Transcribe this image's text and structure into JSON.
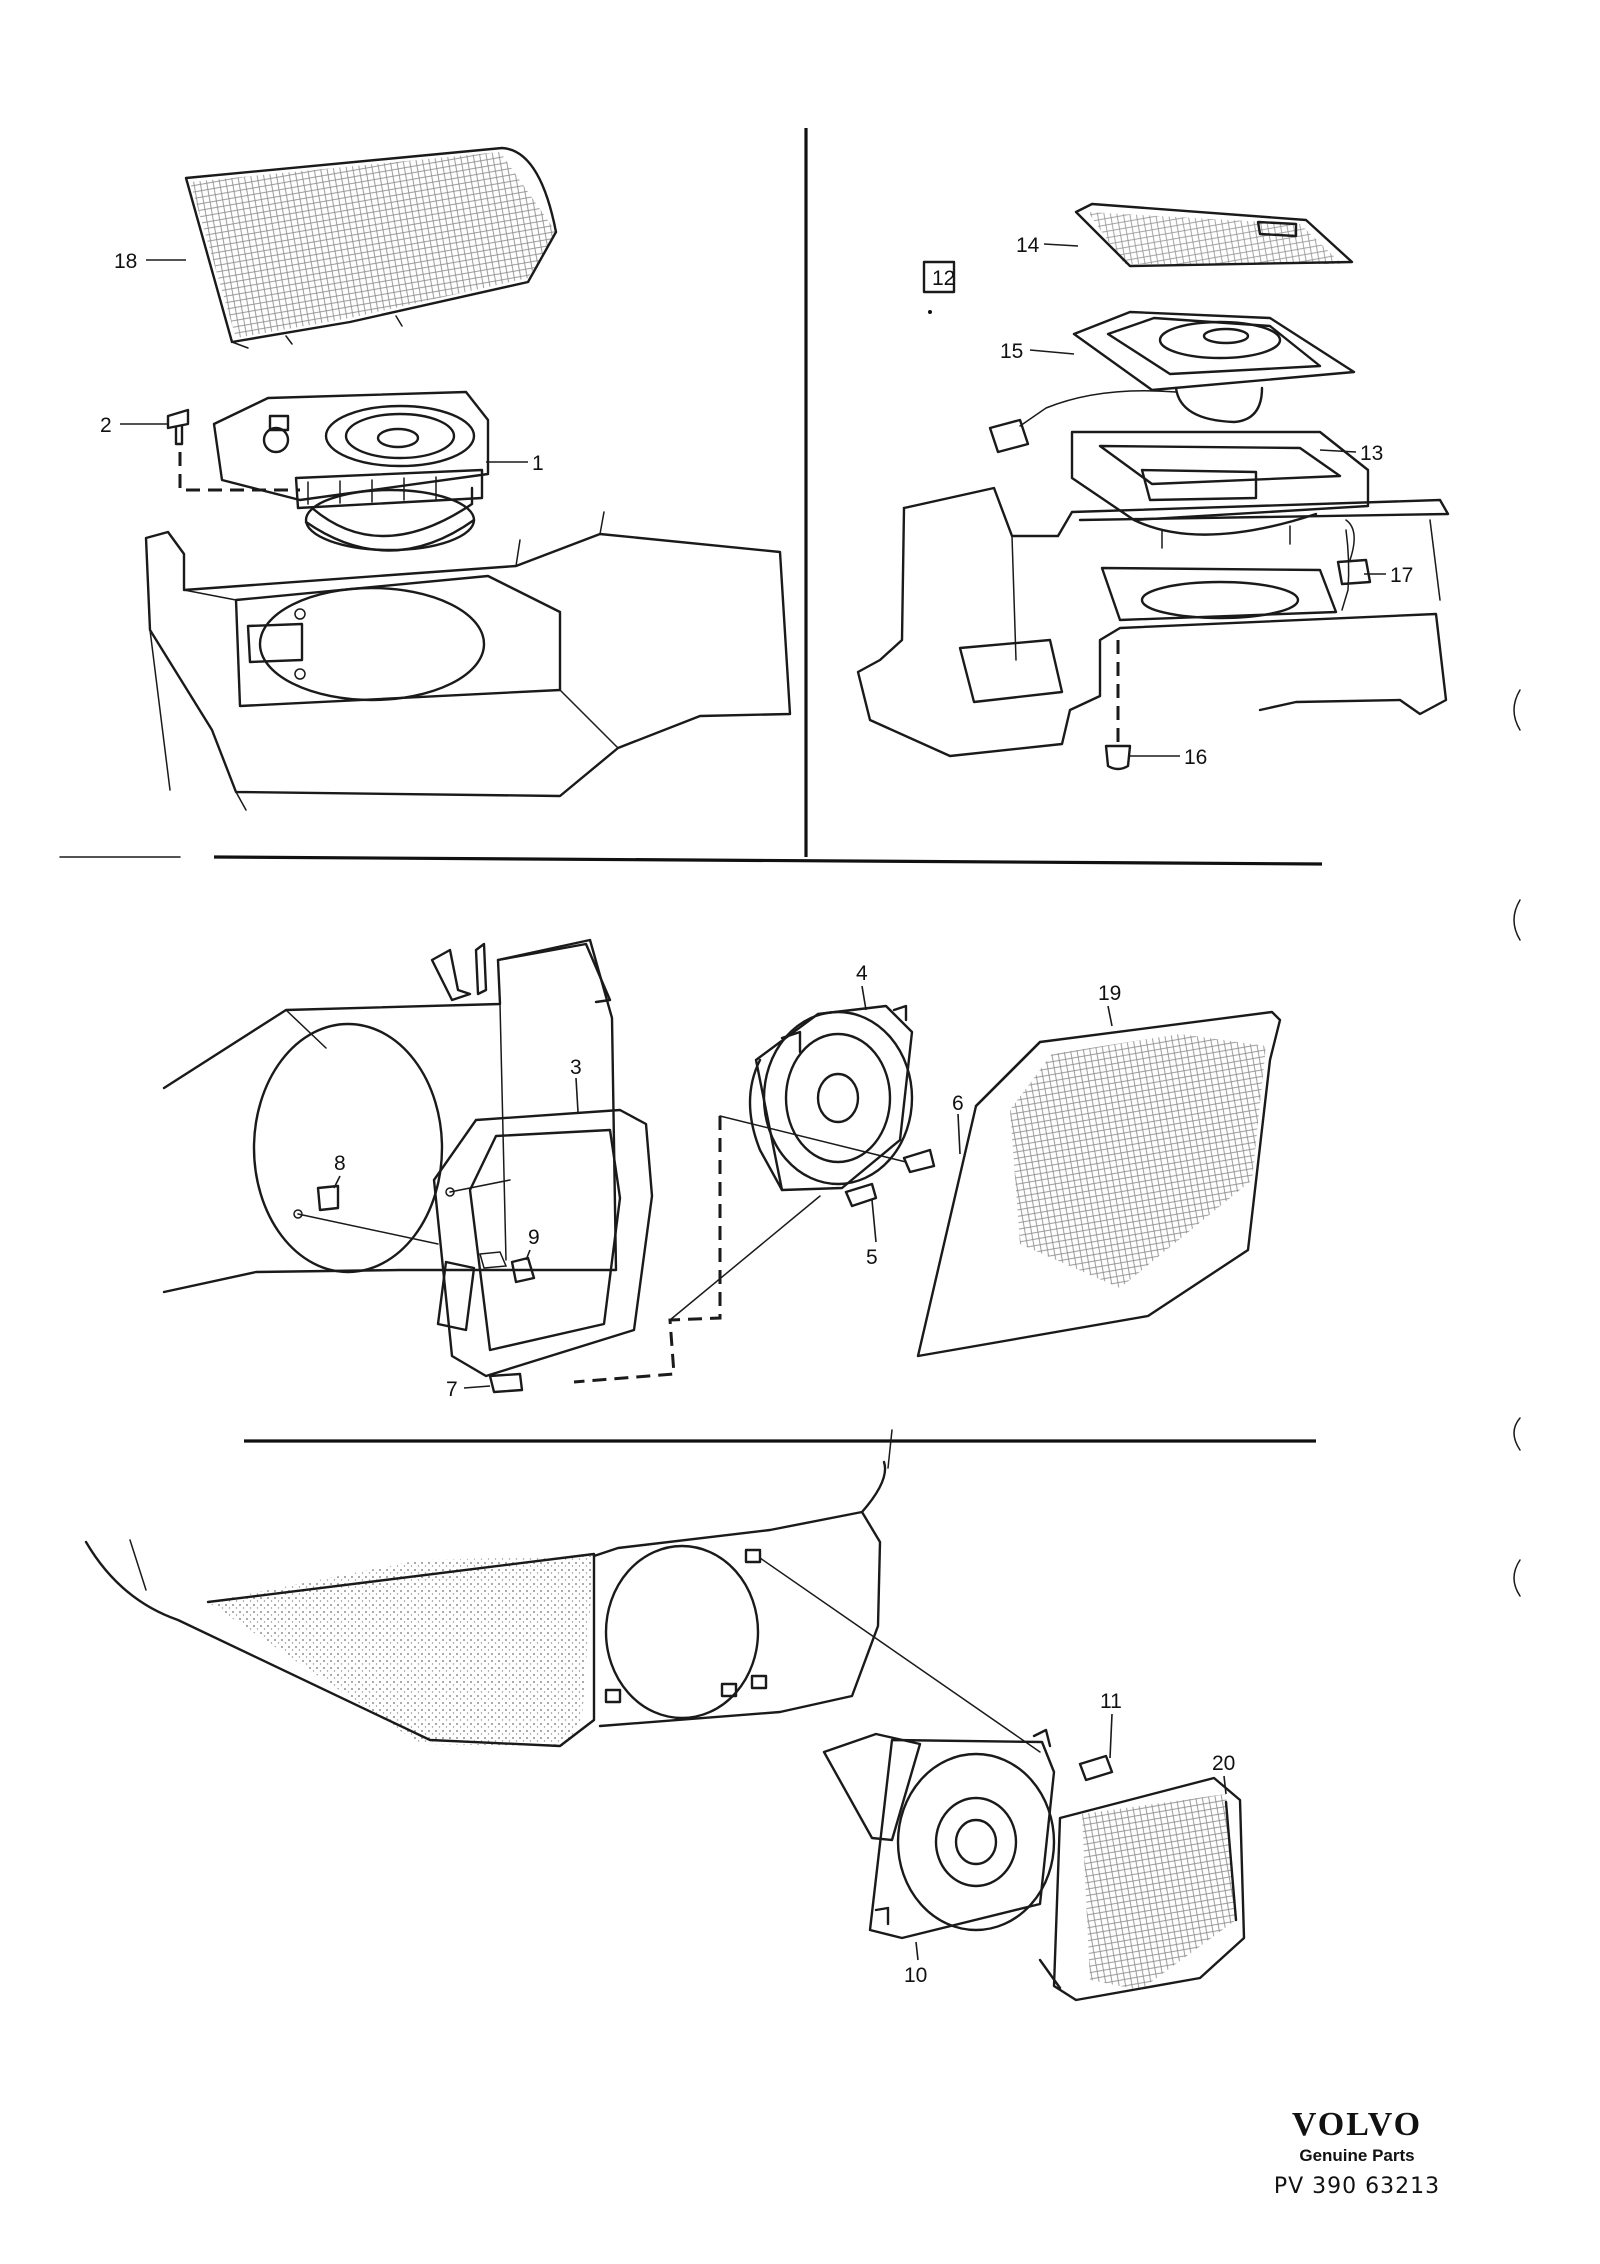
{
  "callouts": {
    "c1": "1",
    "c2": "2",
    "c3": "3",
    "c4": "4",
    "c5": "5",
    "c6": "6",
    "c7": "7",
    "c8": "8",
    "c9": "9",
    "c10": "10",
    "c11": "11",
    "c12": "12",
    "c13": "13",
    "c14": "14",
    "c15": "15",
    "c16": "16",
    "c17": "17",
    "c18": "18",
    "c19": "19",
    "c20": "20"
  },
  "branding": {
    "logo": "VOLVO",
    "subtitle": "Genuine Parts",
    "code": "PV 390  63213"
  }
}
